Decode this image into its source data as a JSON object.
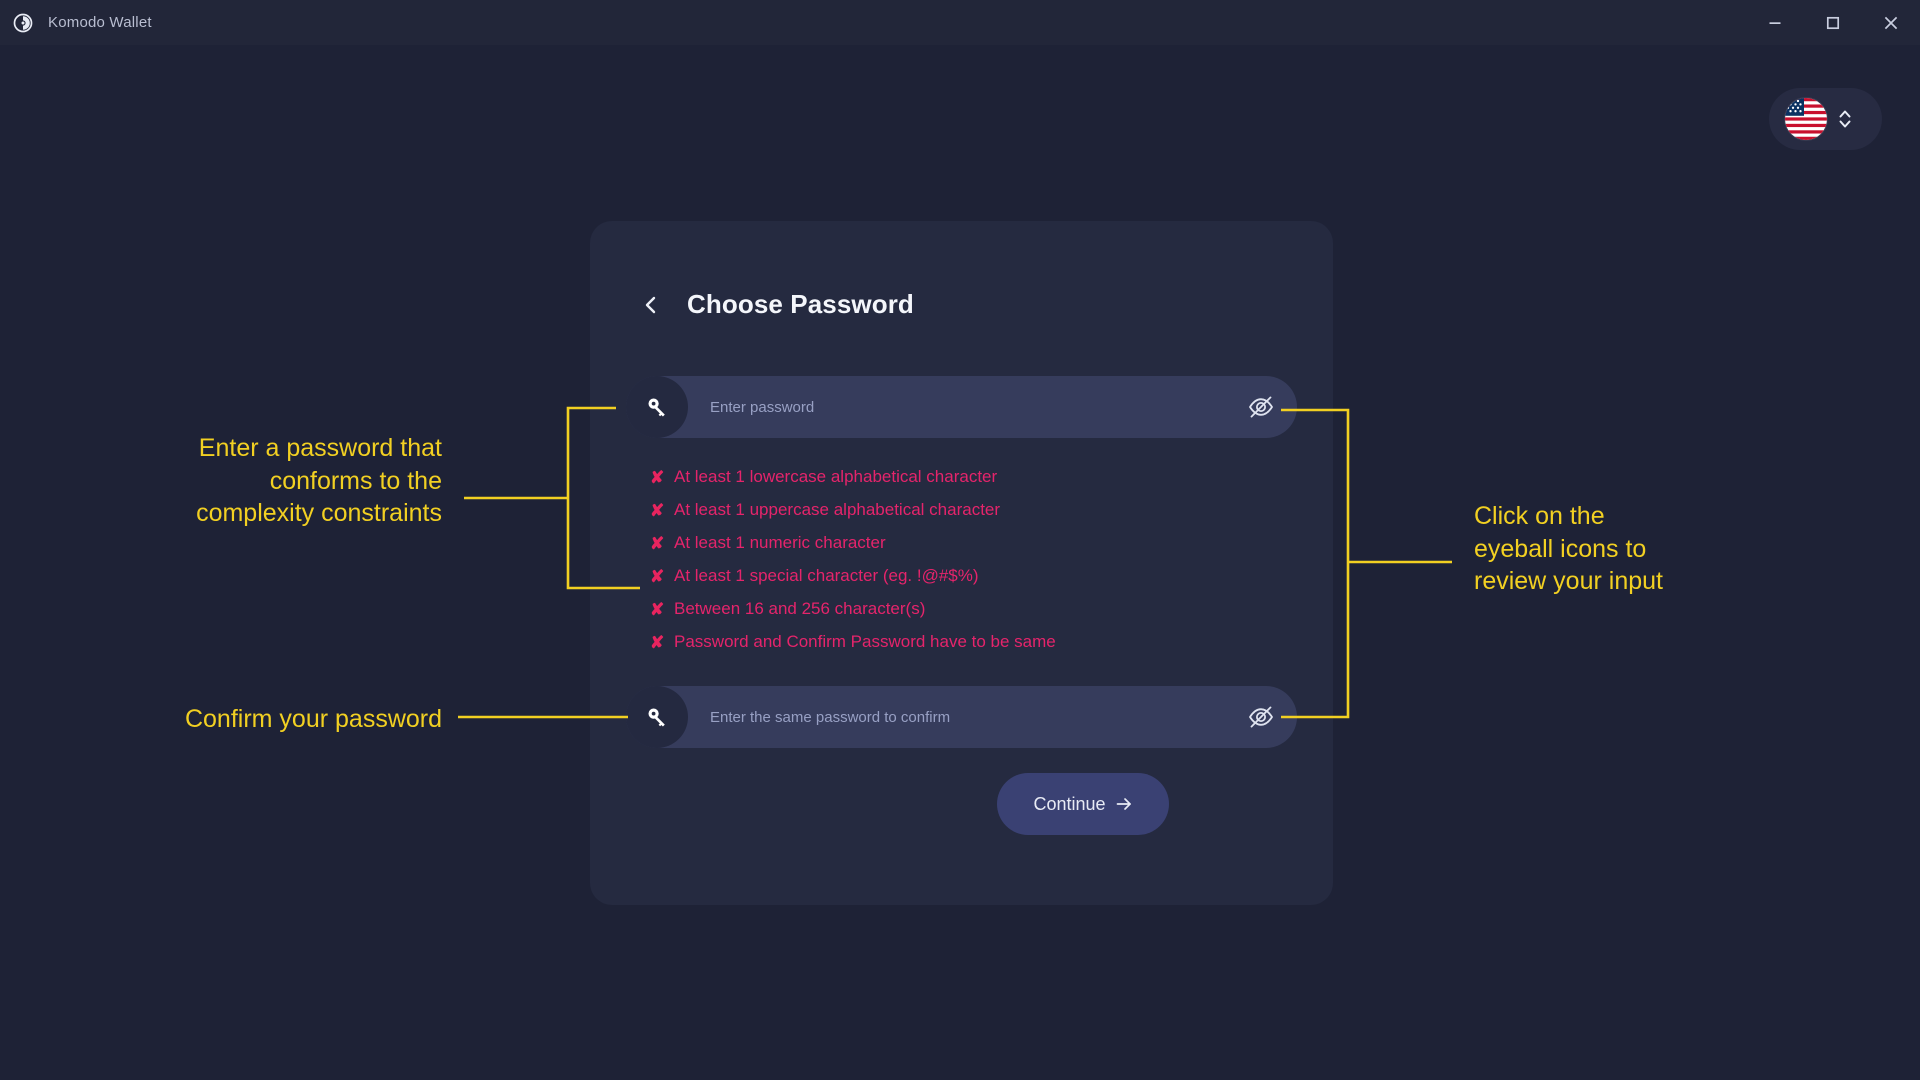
{
  "window": {
    "app_title": "Komodo Wallet",
    "logo_icon": "komodo-logo-icon",
    "minimize_icon": "minimize-icon",
    "maximize_icon": "maximize-icon",
    "close_icon": "close-icon"
  },
  "language_selector": {
    "flag_icon": "us-flag-icon",
    "chevron_icon": "chevron-up-down-icon"
  },
  "card": {
    "back_icon": "chevron-left-icon",
    "title": "Choose Password",
    "password_field": {
      "key_icon": "key-icon",
      "placeholder": "Enter password",
      "value": "",
      "eye_icon": "eye-off-icon"
    },
    "confirm_field": {
      "key_icon": "key-icon",
      "placeholder": "Enter the same password to confirm",
      "value": "",
      "eye_icon": "eye-off-icon"
    },
    "validation": {
      "mark": "✘",
      "rules": [
        "At least 1 lowercase alphabetical character",
        "At least 1 uppercase alphabetical character",
        "At least 1 numeric character",
        "At least 1 special character (eg. !@#$%)",
        "Between 16 and 256 character(s)",
        "Password and Confirm Password have to be same"
      ]
    },
    "continue_button": {
      "label": "Continue",
      "arrow_icon": "arrow-right-icon"
    }
  },
  "annotations": {
    "left_top": "Enter a password that\nconforms to the\ncomplexity constraints",
    "left_bottom": "Confirm your password",
    "right": "Click on the\neyeball icons to\nreview your input"
  },
  "colors": {
    "page_background": "#1e2236",
    "card_background": "#252a40",
    "field_background": "#363c5c",
    "annotation": "#f2d022",
    "error_text": "#e5246b",
    "button": "#3a4173"
  }
}
